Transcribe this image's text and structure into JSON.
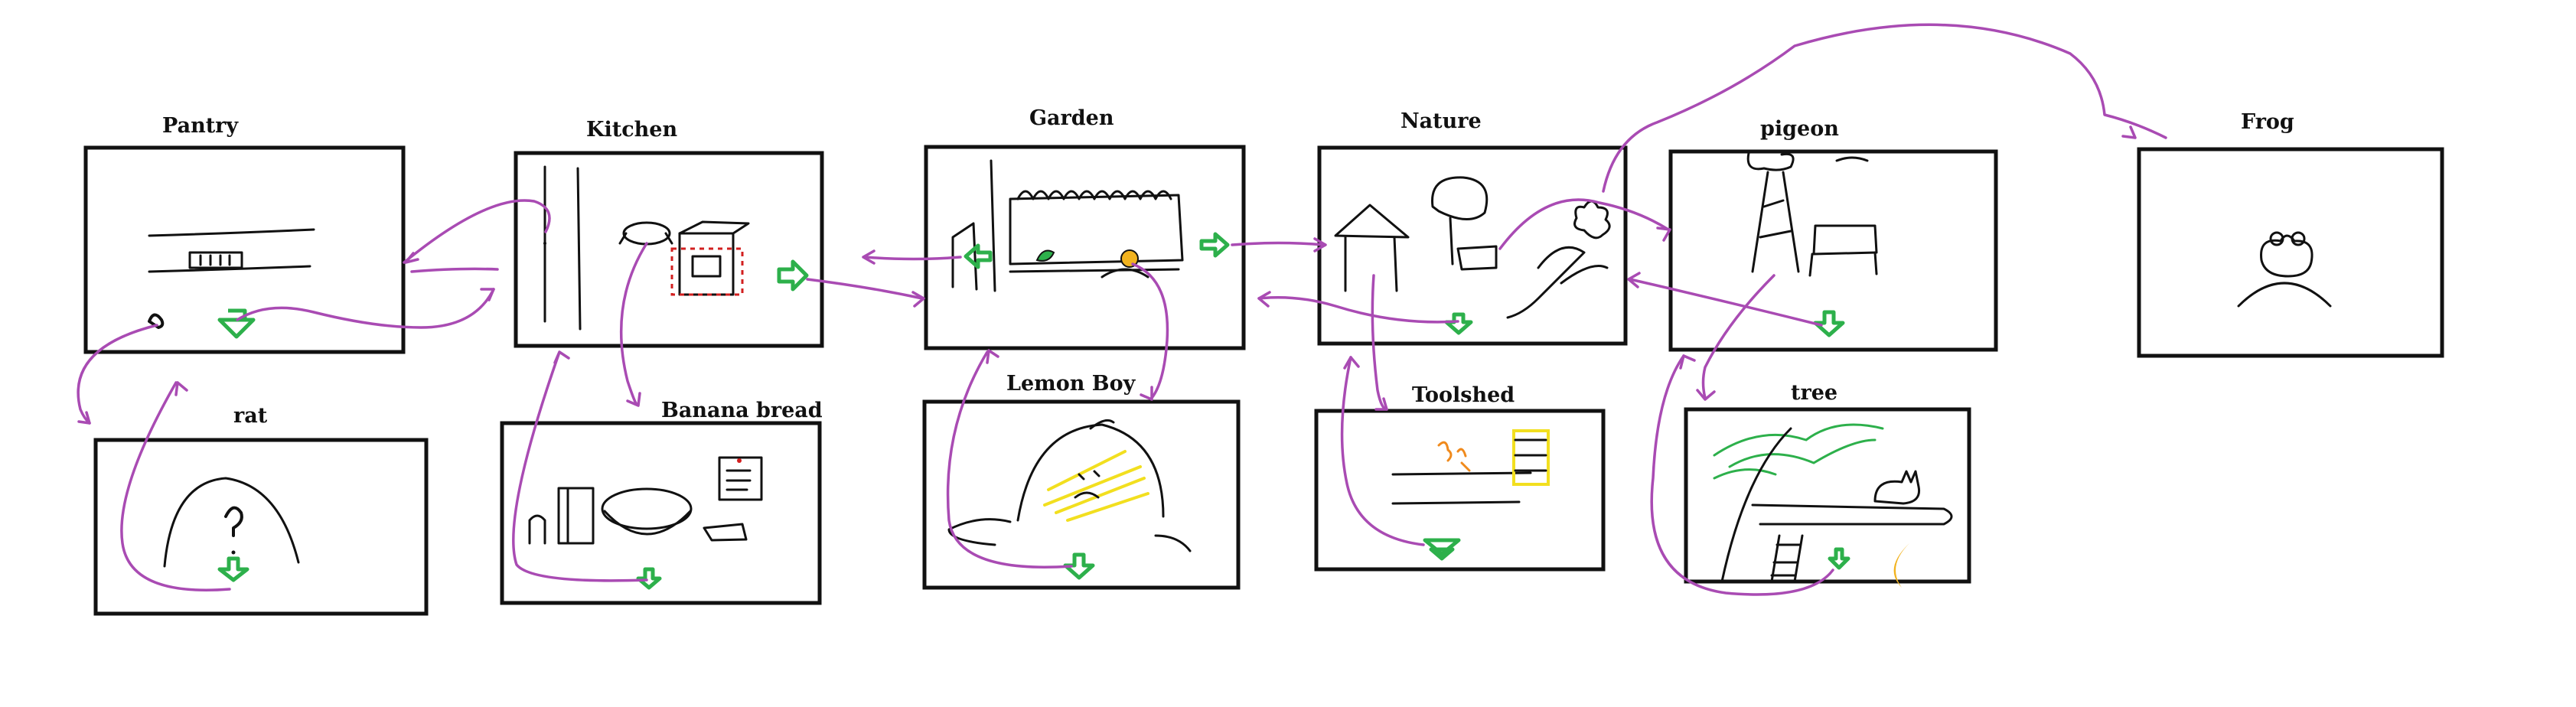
{
  "colors": {
    "frame": "#111111",
    "link": "#a94bb3",
    "exit_arrow": "#2db04b",
    "lemon": "#f2df1f",
    "flame": "#f08a1c"
  },
  "scenes": {
    "pantry": {
      "title": "Pantry"
    },
    "kitchen": {
      "title": "Kitchen"
    },
    "garden": {
      "title": "Garden"
    },
    "nature": {
      "title": "Nature"
    },
    "pigeon": {
      "title": "pigeon"
    },
    "frog": {
      "title": "Frog"
    },
    "rat": {
      "title": "rat"
    },
    "banana_bread": {
      "title": "Banana bread"
    },
    "lemon_boy": {
      "title": "Lemon Boy"
    },
    "toolshed": {
      "title": "Toolshed"
    },
    "tree": {
      "title": "tree"
    }
  },
  "icons": {
    "exit": "green-down-arrow-icon",
    "rat_mark": "question-mark-icon"
  }
}
